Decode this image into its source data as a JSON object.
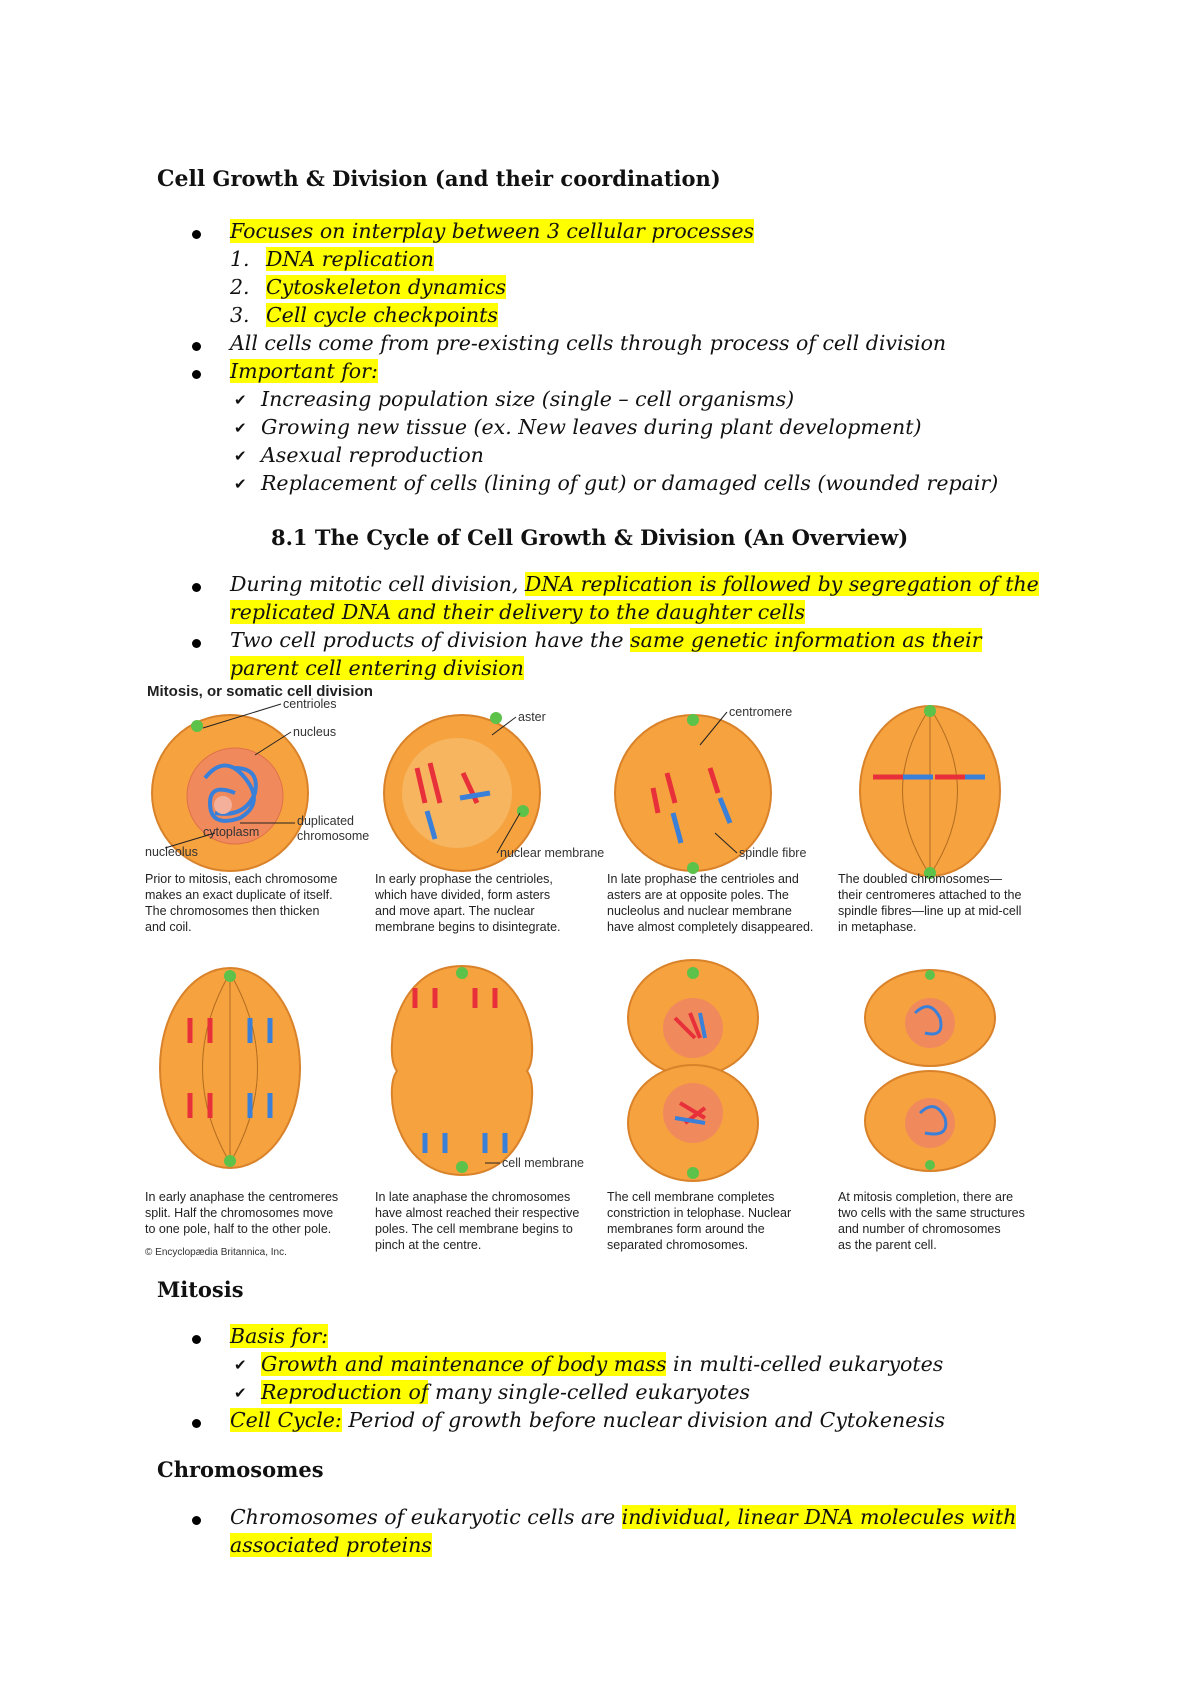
{
  "title": {
    "first": "Cell",
    "rest": " Growth & Division (and their coordination)"
  },
  "intro": {
    "b1": "Focuses on interplay between 3 cellular processes",
    "n1": "DNA replication",
    "n2": "Cytoskeleton dynamics",
    "n3": "Cell cycle checkpoints",
    "b2": "All cells come from pre-existing cells through process of cell division",
    "b3": "Important for:",
    "s1": "Increasing population size (single – cell organisms)",
    "s2": "Growing new tissue (ex. New leaves during plant development)",
    "s3": "Asexual reproduction",
    "s4": "Replacement of cells (lining of gut) or damaged cells (wounded repair)"
  },
  "section81": {
    "heading": "8.1 The Cycle of Cell Growth & Division (An Overview)",
    "b1a": "During mitotic cell division, ",
    "b1b": "DNA replication is followed by segregation of the",
    "b1c": "replicated DNA and their delivery to the daughter cells",
    "b2a": "Two cell products of division have the ",
    "b2b": "same genetic information as their",
    "b2c": "parent cell entering division"
  },
  "figure": {
    "title": "Mitosis, or somatic cell division",
    "labels": {
      "centrioles": "centrioles",
      "nucleus": "nucleus",
      "cytoplasm": "cytoplasm",
      "nucleolus": "nucleolus",
      "dup1": "duplicated",
      "dup2": "chromosome",
      "aster": "aster",
      "nuclear_membrane": "nuclear membrane",
      "centromere": "centromere",
      "spindle_fibre": "spindle fibre",
      "cell_membrane": "cell membrane"
    },
    "captions": [
      [
        "Prior to mitosis, each chromosome",
        "makes an exact duplicate of itself.",
        "The chromosomes then thicken",
        "and coil."
      ],
      [
        "In early prophase the centrioles,",
        "which have divided, form asters",
        "and move apart. The nuclear",
        "membrane begins to disintegrate."
      ],
      [
        "In late prophase the centrioles and",
        "asters are at opposite poles. The",
        "nucleolus and nuclear membrane",
        "have almost completely disappeared."
      ],
      [
        "The doubled chromosomes—",
        "their centromeres attached to the",
        "spindle fibres—line up at mid-cell",
        "in metaphase."
      ],
      [
        "In early anaphase the centromeres",
        "split. Half the chromosomes move",
        "to one pole, half to the other pole."
      ],
      [
        "In late anaphase the chromosomes",
        "have almost reached their respective",
        "poles. The cell membrane begins to",
        "pinch at the centre."
      ],
      [
        "The cell membrane completes",
        "constriction in telophase. Nuclear",
        "membranes form around the",
        "separated chromosomes."
      ],
      [
        "At mitosis completion, there are",
        "two cells with the same structures",
        "and number of chromosomes",
        "as the parent cell."
      ]
    ],
    "credit": "© Encyclopædia Britannica, Inc.",
    "colors": {
      "cell": "#f5a23f",
      "cell_light": "#fbc97a",
      "nucleus": "#f08a5d",
      "centriole": "#5cc24a",
      "chrom_red": "#e8303a",
      "chrom_blue": "#3a7fd8"
    }
  },
  "mitosis": {
    "heading": "Mitosis",
    "b1": "Basis for:",
    "s1a": "Growth and maintenance of body mass",
    "s1b": " in multi-celled eukaryotes",
    "s2a": "Reproduction of",
    "s2b": " many single-celled eukaryotes",
    "b2a": "Cell Cycle:",
    "b2b": " Period of growth before nuclear division and Cytokenesis"
  },
  "chromosomes": {
    "heading": "Chromosomes",
    "b1a": "Chromosomes of eukaryotic cells are ",
    "b1b": "individual, linear DNA molecules with",
    "b1c": "associated proteins"
  },
  "bullet_glyph": "✔"
}
